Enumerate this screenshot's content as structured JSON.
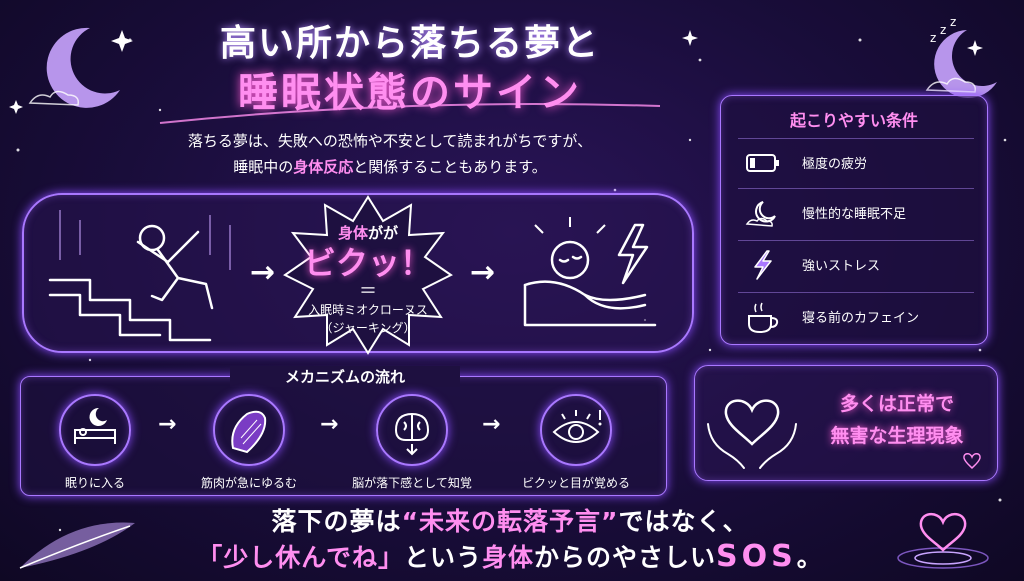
{
  "title": {
    "line1": "高い所から落ちる夢と",
    "line2": "睡眠状態のサイン"
  },
  "intro": {
    "line1": "落ちる夢は、失敗への恐怖や不安として読まれがちですが、",
    "line2_pre": "睡眠中の",
    "line2_highlight": "身体反応",
    "line2_post": "と関係することもあります。"
  },
  "burst": {
    "small_highlight": "身体",
    "small_rest": "がが",
    "big": "ビクッ！",
    "equals": "＝",
    "name": "入眠時ミオクローヌス",
    "sub": "（ジャーキング）"
  },
  "mechanism": {
    "title": "メカニズムの流れ",
    "steps": [
      {
        "label": "眠りに入る",
        "icon": "moon-bed-icon"
      },
      {
        "label": "筋肉が急にゆるむ",
        "icon": "muscle-icon"
      },
      {
        "label": "脳が落下感として知覚",
        "icon": "brain-icon"
      },
      {
        "label": "ビクッと目が覚める",
        "icon": "eye-icon"
      }
    ]
  },
  "conditions": {
    "title": "起こりやすい条件",
    "items": [
      {
        "label": "極度の疲労",
        "icon": "battery-low-icon"
      },
      {
        "label": "慢性的な睡眠不足",
        "icon": "moon-cloud-icon"
      },
      {
        "label": "強いストレス",
        "icon": "lightning-icon"
      },
      {
        "label": "寝る前のカフェイン",
        "icon": "coffee-cup-icon"
      }
    ]
  },
  "normal": {
    "line1": "多くは正常で",
    "line2": "無害な生理現象"
  },
  "bottom": {
    "l1_pre": "落下の夢は",
    "l1_highlight": "“未来の転落予言”",
    "l1_post": "ではなく、",
    "l2_highlight": "「少し休んでね」",
    "l2_mid": "という",
    "l2_highlight2": "身体",
    "l2_post": "からのやさしい",
    "l2_sos": "SOS",
    "l2_end": "。"
  },
  "colors": {
    "accent_pink": "#ff8ef0",
    "accent_purple": "#a978ff",
    "background": "#190d3a"
  }
}
